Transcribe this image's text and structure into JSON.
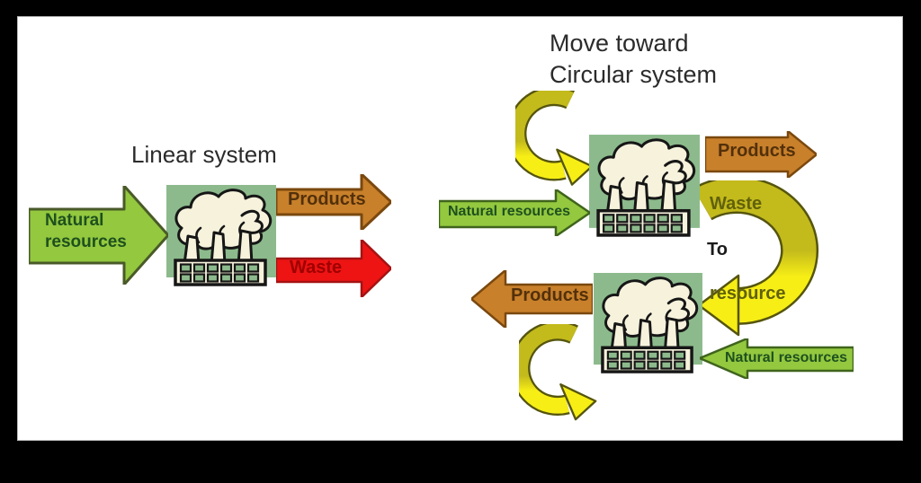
{
  "frame": {
    "background": "#000000",
    "slide_background": "#ffffff"
  },
  "linear_system": {
    "title": "Linear system",
    "natural_resources_label": "Natural\nresources",
    "products_label": "Products",
    "waste_label": "Waste"
  },
  "circular_system": {
    "title": "Move toward\nCircular system",
    "natural_resources_top_label": "Natural resources",
    "products_top_label": "Products",
    "waste_label": "Waste",
    "to_label": "To",
    "resource_label": "resource",
    "products_bottom_label": "Products",
    "natural_resources_bottom_label": "Natural resources"
  },
  "colors": {
    "green_arrow_fill": "#93C83F",
    "green_arrow_outline": "#3F641C",
    "green_text": "#1E501E",
    "orange_arrow_fill": "#C8802B",
    "orange_arrow_outline": "#7A480E",
    "orange_text": "#53300A",
    "red_arrow_fill": "#EE1414",
    "red_arrow_outline": "#A51212",
    "red_text": "#A00000",
    "olive_band": "#C3BA1C",
    "yellow_band": "#F7EE16",
    "band_outline": "#55550E",
    "olive_text": "#61610A",
    "factory_square": "#8CBA8C",
    "factory_cream": "#F6F2DC",
    "title_text": "#2B2B2B"
  }
}
